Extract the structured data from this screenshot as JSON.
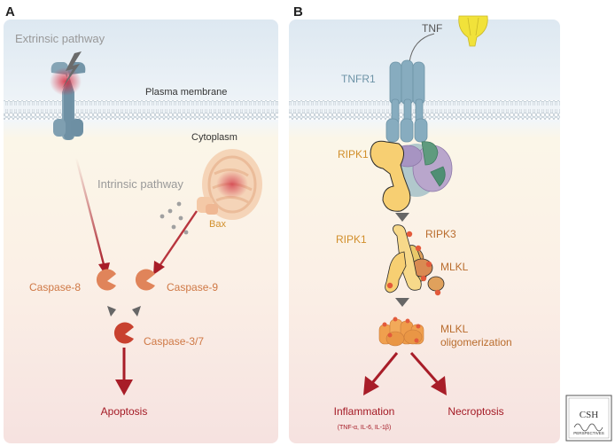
{
  "panel_a": {
    "letter": "A",
    "extrinsic_label": "Extrinsic pathway",
    "membrane_label": "Plasma membrane",
    "cytoplasm_label": "Cytoplasm",
    "intrinsic_label": "Intrinsic pathway",
    "bax_label": "Bax",
    "caspase8_label": "Caspase-8",
    "caspase9_label": "Caspase-9",
    "caspase37_label": "Caspase-3/7",
    "outcome_label": "Apoptosis"
  },
  "panel_b": {
    "letter": "B",
    "tnf_label": "TNF",
    "tnfr1_label": "TNFR1",
    "ripk1_top_label": "RIPK1",
    "ripk1_mid_label": "RIPK1",
    "ripk3_label": "RIPK3",
    "mlkl_label": "MLKL",
    "oligo_line1": "MLKL",
    "oligo_line2": "oligomerization",
    "inflammation_label": "Inflammation",
    "inflammation_sub": "(TNF-α, IL-6, IL-1β)",
    "necroptosis_label": "Necroptosis"
  },
  "logo": {
    "line1": "CSH",
    "line2": "PERSPECTIVES"
  },
  "colors": {
    "membrane_blue": "#dfe9f2",
    "receptor": "#7fa3b6",
    "ripk1": "#f7cf72",
    "ripk3": "#e0a15c",
    "caspase_light": "#e0845a",
    "caspase_dark": "#c8412f",
    "arrow": "#a81d28",
    "text_orange": "#d18f2b",
    "text_caspase": "#cf7845",
    "text_red": "#a41a25"
  }
}
